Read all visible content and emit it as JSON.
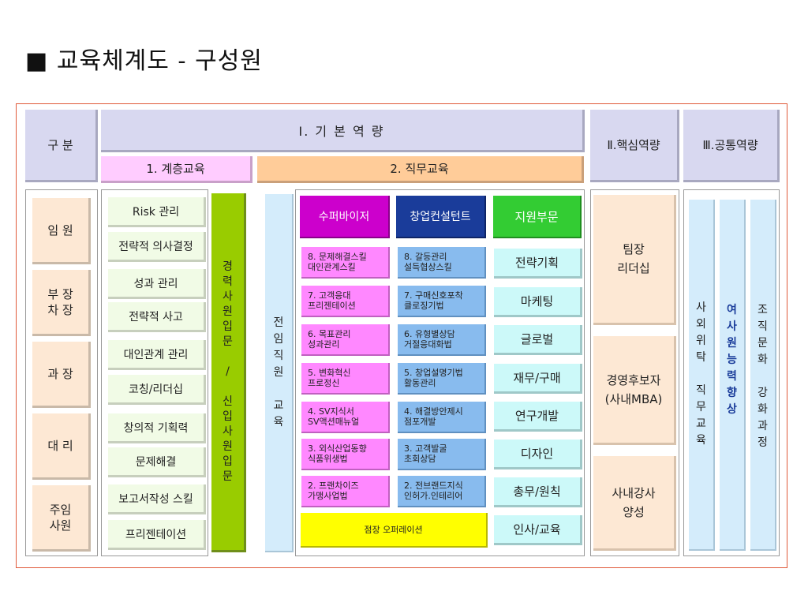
{
  "page_title": "■ 교육체계도 - 구성원",
  "headers": {
    "category": "구 분",
    "basic": "Ⅰ. 기 본  역 량",
    "core": "Ⅱ.핵심역량",
    "common": "Ⅲ.공통역량",
    "hierarchy": "1. 계층교육",
    "job": "2. 직무교육"
  },
  "ranks": [
    "임 원",
    "부 장\n차 장",
    "과 장",
    "대 리",
    "주임\n사원"
  ],
  "hierarchy_courses": [
    "Risk 관리",
    "전략적 의사결정",
    "성과 관리",
    "전략적 사고",
    "대인관계 관리",
    "코칭/리더십",
    "창의적 기획력",
    "문제해결",
    "보고서작성 스킬",
    "프리젠테이션"
  ],
  "career_vertical": [
    "경",
    "력",
    "사",
    "원",
    "입",
    "문",
    "",
    "/",
    "",
    "신",
    "입",
    "사",
    "원",
    "입",
    "문"
  ],
  "all_staff_vertical": [
    "전",
    "임",
    "직",
    "원",
    "",
    "교",
    "육"
  ],
  "job_headers": {
    "supervisor": "수퍼바이저",
    "startup": "창업컨설턴트",
    "support": "지원부문"
  },
  "supervisor_courses": [
    "8. 문제해결스킬\n대인관계스킬",
    "7. 고객응대\n프리젠테이션",
    "6. 목표관리\n성과관리",
    "5. 변화혁신\n프로정신",
    "4. SV지식서\nSV액션매뉴얼",
    "3. 외식산업동향\n식품위생법",
    "2. 프랜차이즈\n가맹사업법"
  ],
  "startup_courses": [
    "8. 갈등관리\n설득협상스킬",
    "7. 구매신호포착\n클로징기법",
    "6. 유형별상담\n거절응대화법",
    "5. 창업설명기법\n활동관리",
    "4. 해결방안제시\n점포개발",
    "3. 고객발굴\n초회상담",
    "2. 전브랜드지식\n인허가.인테리어"
  ],
  "store_operation": "점장 오퍼레이션",
  "support_courses": [
    "전략기획",
    "마케팅",
    "글로벌",
    "재무/구매",
    "연구개발",
    "디자인",
    "총무/원칙",
    "인사/교육"
  ],
  "core_courses": [
    "팀장\n리더십",
    "경영후보자\n(사내MBA)",
    "사내강사\n양성"
  ],
  "common_vertical": {
    "outsourcing": [
      "사",
      "외",
      "위",
      "탁",
      "",
      "직",
      "무",
      "교",
      "육"
    ],
    "women": [
      "여",
      "사",
      "원",
      "능",
      "력",
      "향",
      "상"
    ],
    "culture": [
      "조",
      "직",
      "문",
      "화",
      "",
      "강",
      "화",
      "과",
      "정"
    ]
  },
  "colors": {
    "frame": "#e05a3a",
    "supervisor": "#cc00cc",
    "startup": "#1a3c9a",
    "support": "#33cc33",
    "women_text": "#1a3c9a",
    "career_bar": "#99cc00",
    "store_operation": "#ffff00"
  }
}
